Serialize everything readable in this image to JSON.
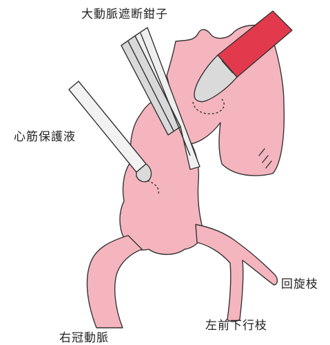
{
  "labels": {
    "aortic_clamp": "大動脈遮断鉗子",
    "cardioplegia": "心筋保護液",
    "circumflex": "回旋枝",
    "lad": "左前下行枝",
    "rca": "右冠動脈"
  },
  "colors": {
    "tissue": "#F5B5BE",
    "outline": "#333333",
    "cannula": "#E23A4C",
    "instrument": "#E6E6E6"
  }
}
